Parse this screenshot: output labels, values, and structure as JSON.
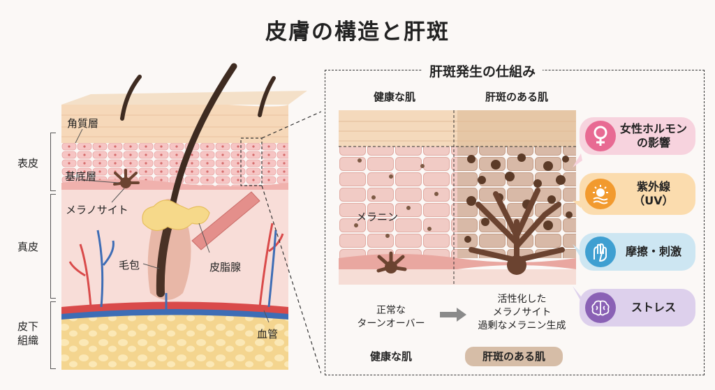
{
  "title": "皮膚の構造と肝斑",
  "left": {
    "layers": {
      "epidermis": "表皮",
      "dermis": "真皮",
      "subcutis": "皮下\n組織"
    },
    "labels": {
      "stratum_corneum": "角質層",
      "basal_layer": "基底層",
      "melanocyte": "メラノサイト",
      "hair_follicle": "毛包",
      "sebaceous_gland": "皮脂腺",
      "blood_vessel": "血管"
    }
  },
  "panel": {
    "title": "肝斑発生の仕組み",
    "col_healthy": "健康な肌",
    "col_melasma": "肝斑のある肌",
    "melanin_label": "メラニン",
    "normal_caption": "正常な\nターンオーバー",
    "active_caption": "活性化した\nメラノサイト\n過剰なメラニン生成",
    "bottom_healthy": "健康な肌",
    "bottom_melasma": "肝斑のある肌"
  },
  "factors": [
    {
      "label": "女性ホルモン\nの影響",
      "icon": "female-symbol-icon",
      "color": "#e86a93",
      "bg": "#f7d3de"
    },
    {
      "label": "紫外線\n（UV）",
      "icon": "sun-icon",
      "color": "#f29a2e",
      "bg": "#fbdcae"
    },
    {
      "label": "摩擦・刺激",
      "icon": "hand-rubbing-icon",
      "color": "#3f9fd1",
      "bg": "#cde6f2"
    },
    {
      "label": "ストレス",
      "icon": "brain-icon",
      "color": "#8a61b5",
      "bg": "#ddd0ec"
    }
  ]
}
